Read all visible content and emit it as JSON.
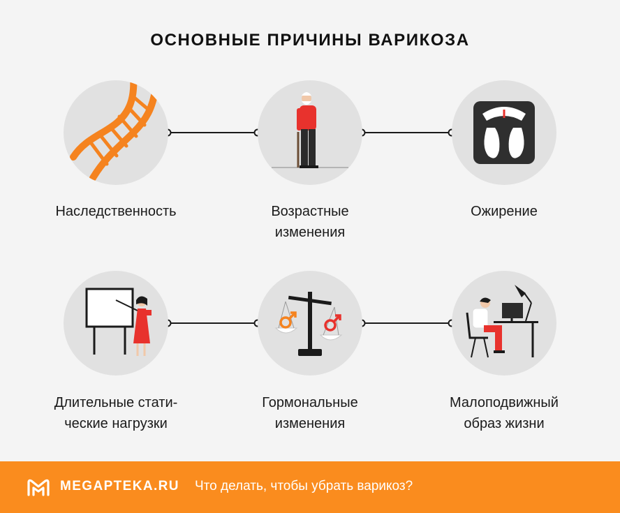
{
  "title": "ОСНОВНЫЕ ПРИЧИНЫ ВАРИКОЗА",
  "causes": [
    {
      "label_line1": "Наследственность",
      "label_line2": "",
      "icon": "dna-icon"
    },
    {
      "label_line1": "Возрастные",
      "label_line2": "изменения",
      "icon": "elderly-person-icon"
    },
    {
      "label_line1": "Ожирение",
      "label_line2": "",
      "icon": "scale-icon"
    },
    {
      "label_line1": "Длительные стати-",
      "label_line2": "ческие нагрузки",
      "icon": "teacher-at-board-icon"
    },
    {
      "label_line1": "Гормональные",
      "label_line2": "изменения",
      "icon": "balance-scale-gender-icon"
    },
    {
      "label_line1": "Малоподвижный",
      "label_line2": "образ жизни",
      "icon": "person-at-computer-icon"
    }
  ],
  "footer": {
    "brand": "MEGAPTEKA.RU",
    "question": "Что делать, чтобы убрать варикоз?",
    "logo_icon": "megapteka-logo-icon"
  },
  "colors": {
    "accent": "#fa8c1e",
    "dna": "#f5831f",
    "red": "#e8322d",
    "circle": "#e1e1e1",
    "background": "#f4f4f4"
  }
}
